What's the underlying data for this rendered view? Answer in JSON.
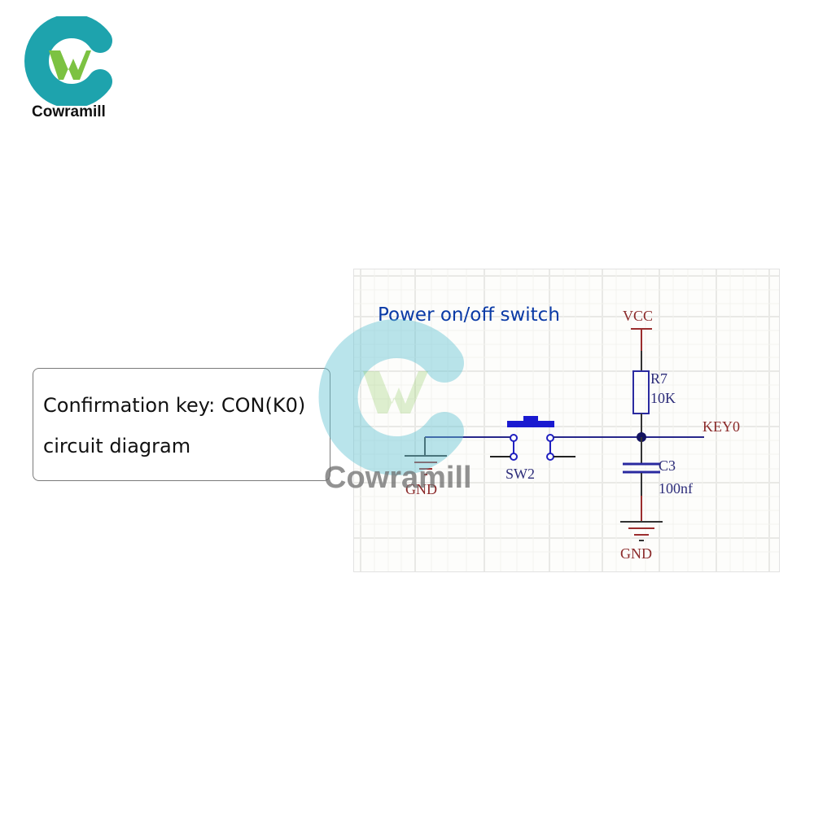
{
  "brand": {
    "name": "Cowramill",
    "logo_letter": "W",
    "colors": {
      "ring": "#1ea3ad",
      "letter": "#7cc242",
      "text": "#111111"
    }
  },
  "caption": {
    "line1": "Confirmation key: CON(K0)",
    "line2": "circuit diagram"
  },
  "schematic": {
    "title": "Power on/off switch",
    "title_color": "#0a3aa6",
    "labels": {
      "vcc": "VCC",
      "resistor_ref": "R7",
      "resistor_value": "10K",
      "net": "KEY0",
      "switch_ref": "SW2",
      "capacitor_ref": "C3",
      "capacitor_value": "100nf",
      "gnd_left": "GND",
      "gnd_right": "GND"
    },
    "colors": {
      "wire": "#27278a",
      "power_wire": "#9b2d2d",
      "grid": "#e9e9e6"
    }
  },
  "watermark": {
    "text": "Cowramill"
  }
}
